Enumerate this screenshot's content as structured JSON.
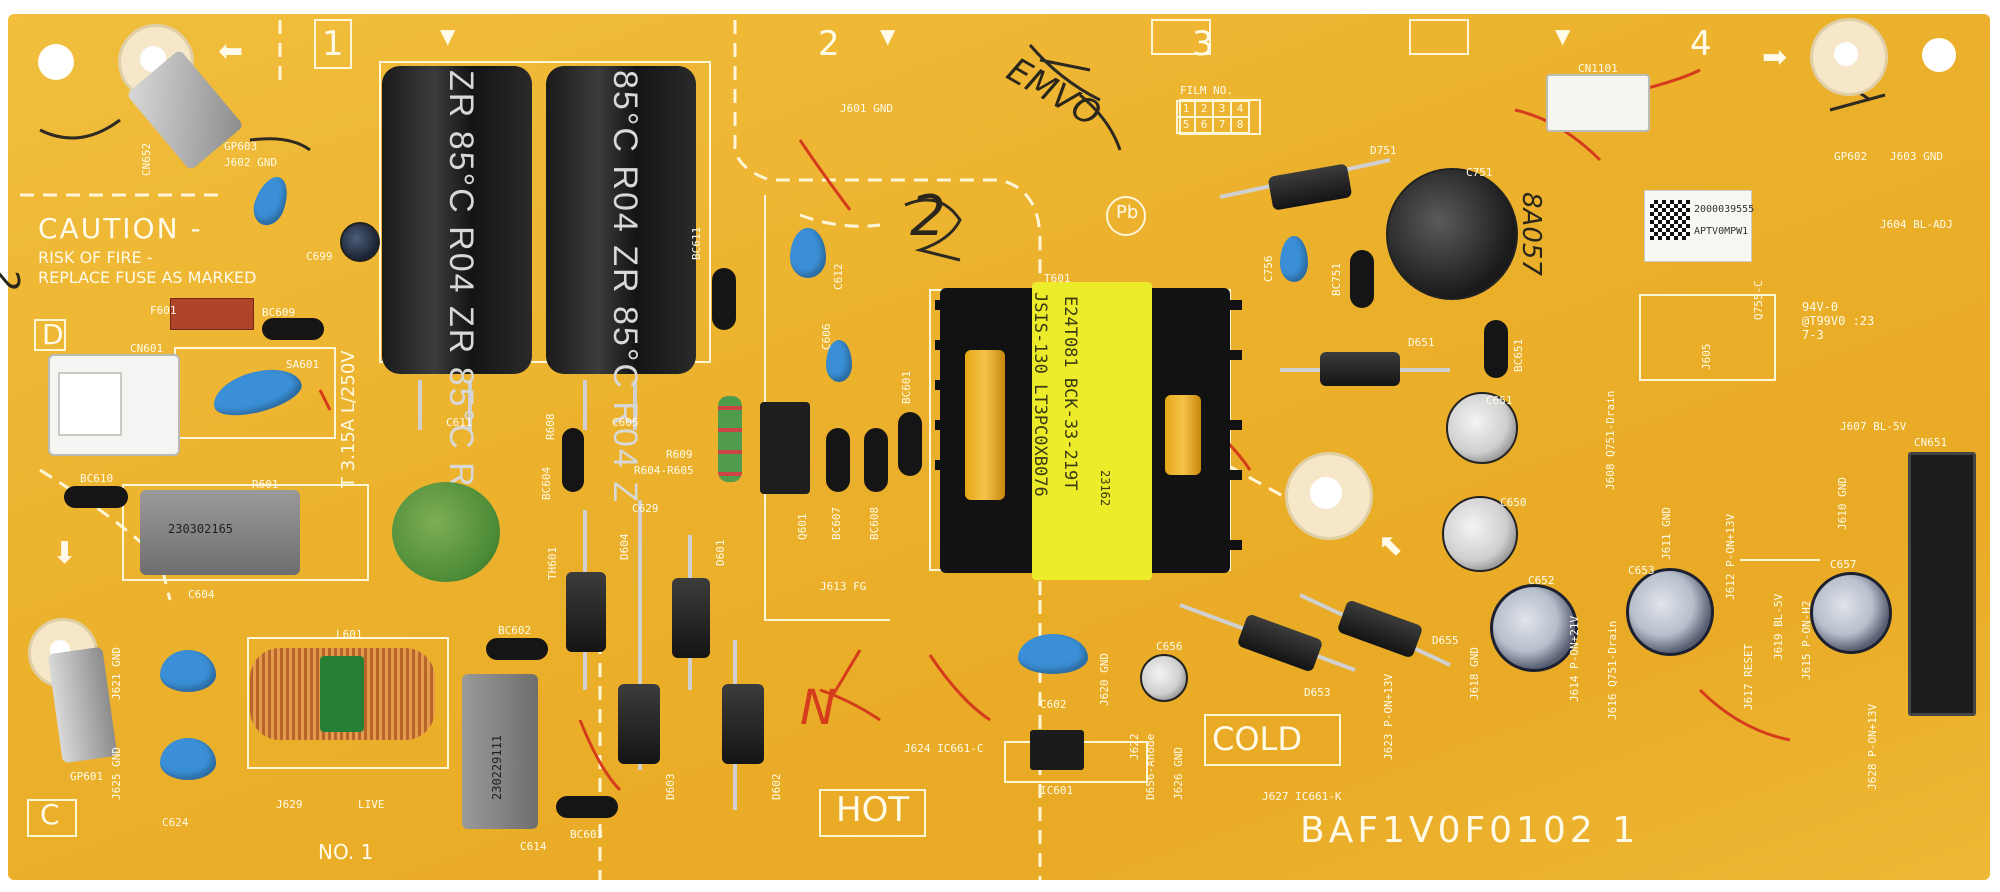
{
  "photo": {
    "subject": "power supply circuit board",
    "board_code": "BAF1V0F0102 1",
    "caution_title": "CAUTION -",
    "caution_line1": "RISK OF FIRE -",
    "caution_line2": "REPLACE FUSE AS MARKED",
    "fuse_rating": "T 3.15A L/250V",
    "hot_label": "HOT",
    "cold_label": "COLD",
    "number_label": "NO. 1",
    "film_no_label": "FILM NO.",
    "film_digits": [
      "1",
      "2",
      "3",
      "4",
      "5",
      "6",
      "7",
      "8"
    ],
    "zone_numbers": [
      "1",
      "2",
      "3",
      "4"
    ],
    "side_letters": [
      "D",
      "C"
    ],
    "transformer_text": [
      "JSIS-130 LT3PC0XB076",
      "E24T081 BCK-33-219T",
      "23162"
    ],
    "cap_text_left": "ZR 85°C R04 ZR 85°C R",
    "cap_text_right": "85°C R04 ZR 85°C R04 Z",
    "filter_cap_text": "230302165",
    "x_cap_text": "230229111",
    "handwriting": [
      "EMVO",
      "2",
      "8A057",
      "N",
      "2"
    ],
    "sticker_line1": "2000039555",
    "sticker_line2": "APTV0MPW1",
    "ul_text": "94V-0 @T99V0 :23 7-3",
    "silk": {
      "gp603": "GP603",
      "j602": "J602 GND",
      "cn652": "CN652",
      "c699": "C699",
      "f601": "F601",
      "bc609": "BC609",
      "cn601": "CN601",
      "sa601": "SA601",
      "r601": "R601",
      "bc610": "BC610",
      "c604": "C604",
      "l601": "L601",
      "bc602": "BC602",
      "gp601": "GP601",
      "j621": "J621 GND",
      "j625": "J625 GND",
      "c624": "C624",
      "j629": "J629",
      "live": "LIVE",
      "c614": "C614",
      "bc603": "BC603",
      "c611": "C611",
      "r608": "R608",
      "c605": "C605",
      "r609": "R609",
      "r604": "R604-R605",
      "c629": "C629",
      "bc604": "BC604",
      "th601": "TH601",
      "d604": "D604",
      "d601": "D601",
      "d603": "D603",
      "d602": "D602",
      "j601": "J601 GND",
      "bc611": "BC611",
      "c612": "C612",
      "c606": "C606",
      "q601": "Q601",
      "bc607": "BC607",
      "bc608": "BC608",
      "bc601": "BC601",
      "j613": "J613 FG",
      "t601": "T601",
      "j624": "J624 IC661-C",
      "ic601": "IC601",
      "c602": "C602",
      "c656": "C656",
      "j620": "J620 GND",
      "j622": "J622",
      "d656": "D656-Anode",
      "j626": "J626 GND",
      "j627": "J627 IC661-K",
      "j623": "J623 P-ON+13V",
      "d751": "D751",
      "c751": "C751",
      "c756": "C756",
      "bc751": "BC751",
      "d651": "D651",
      "bc651": "BC651",
      "c651": "C651",
      "c650": "C650",
      "d653": "D653",
      "d655": "D655",
      "j618": "J618 GND",
      "c652": "C652",
      "j614": "J614 P-ON+21V",
      "j616": "J616 Q751-Drain",
      "c653": "C653",
      "j611": "J611 GND",
      "j612": "J612 P-ON+13V",
      "j617": "J617 RESET",
      "j619": "J619 BL-5V",
      "j615": "J615 P-ON-H2",
      "c657": "C657",
      "j628": "J628 P-ON+13V",
      "cn1101": "CN1101",
      "gp602": "GP602",
      "j603": "J603 GND",
      "j604": "J604 BL-ADJ",
      "j605": "J605",
      "q755": "Q755-C",
      "j607": "J607 BL-5V",
      "cn651": "CN651",
      "j608": "J608 Q751-Drain",
      "j610": "J610 GND"
    }
  }
}
